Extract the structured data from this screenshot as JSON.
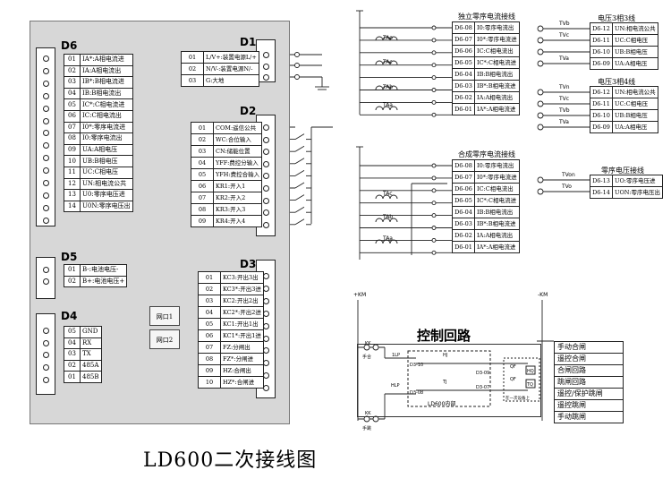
{
  "title": "LD600二次接线图",
  "ports": {
    "net1": "网口1",
    "net2": "网口2"
  },
  "d6": {
    "label": "D6",
    "rows": [
      [
        "01",
        "IA*:A相电流进"
      ],
      [
        "02",
        "IA:A相电流出"
      ],
      [
        "03",
        "IB*:B相电流进"
      ],
      [
        "04",
        "IB:B相电流出"
      ],
      [
        "05",
        "IC*:C相电流进"
      ],
      [
        "06",
        "IC:C相电流出"
      ],
      [
        "07",
        "I0*:零序电流进"
      ],
      [
        "08",
        "I0:零序电流出"
      ],
      [
        "09",
        "UA:A相电压"
      ],
      [
        "10",
        "UB:B相电压"
      ],
      [
        "11",
        "UC:C相电压"
      ],
      [
        "12",
        "UN:相电流公共"
      ],
      [
        "13",
        "U0:零序电压进"
      ],
      [
        "14",
        "U0N:零序电压出"
      ]
    ]
  },
  "d5": {
    "label": "D5",
    "rows": [
      [
        "01",
        "B-:电池电压-"
      ],
      [
        "02",
        "B+:电池电压+"
      ]
    ]
  },
  "d4": {
    "label": "D4",
    "rows": [
      [
        "05",
        "GND"
      ],
      [
        "04",
        "RX"
      ],
      [
        "03",
        "TX"
      ],
      [
        "02",
        "485A"
      ],
      [
        "01",
        "485B"
      ]
    ]
  },
  "d1": {
    "label": "D1",
    "rows": [
      [
        "01",
        "L/V+:装置电源L/+"
      ],
      [
        "02",
        "N/V-:装置电源N/-"
      ],
      [
        "03",
        "G:大地"
      ]
    ]
  },
  "d2": {
    "label": "D2",
    "rows": [
      [
        "01",
        "COM:遥信公共"
      ],
      [
        "02",
        "WC:合位输入"
      ],
      [
        "03",
        "CN:储能位置"
      ],
      [
        "04",
        "YFF:费控分输入"
      ],
      [
        "05",
        "YFH:费控合输入"
      ],
      [
        "06",
        "KR1:开入1"
      ],
      [
        "07",
        "KR2:开入2"
      ],
      [
        "08",
        "KR3:开入3"
      ],
      [
        "09",
        "KR4:开入4"
      ]
    ]
  },
  "d3": {
    "label": "D3",
    "rows": [
      [
        "01",
        "KC3:开出3出"
      ],
      [
        "02",
        "KC3*:开出3进"
      ],
      [
        "03",
        "KC2:开出2出"
      ],
      [
        "04",
        "KC2*:开出2进"
      ],
      [
        "05",
        "KC1:开出1出"
      ],
      [
        "06",
        "KC1*:开出1进"
      ],
      [
        "07",
        "FZ:分闸出"
      ],
      [
        "08",
        "FZ*:分闸进"
      ],
      [
        "09",
        "HZ:合闸出"
      ],
      [
        "10",
        "HZ*:合闸进"
      ]
    ]
  },
  "independent": {
    "title": "独立零序电流接线",
    "ct_labels": [
      "TAo",
      "TAc",
      "TAb",
      "TAa"
    ],
    "rows": [
      [
        "D6-08",
        "I0:零序电流出"
      ],
      [
        "D6-07",
        "I0*:零序电流进"
      ],
      [
        "D6-06",
        "IC:C相电流出"
      ],
      [
        "D6-05",
        "IC*:C相电流进"
      ],
      [
        "D6-04",
        "IB:B相电流出"
      ],
      [
        "D6-03",
        "IB*:B相电流进"
      ],
      [
        "D6-02",
        "IA:A相电流出"
      ],
      [
        "D6-01",
        "IA*:A相电流进"
      ]
    ]
  },
  "combined": {
    "title": "合成零序电流接线",
    "ct_labels": [
      "TAc",
      "TAb",
      "TAa"
    ],
    "rows": [
      [
        "D6-08",
        "I0:零序电流出"
      ],
      [
        "D6-07",
        "I0*:零序电流进"
      ],
      [
        "D6-06",
        "IC:C相电流出"
      ],
      [
        "D6-05",
        "IC*:C相电流进"
      ],
      [
        "D6-04",
        "IB:B相电流出"
      ],
      [
        "D6-03",
        "IB*:B相电流进"
      ],
      [
        "D6-02",
        "IA:A相电流出"
      ],
      [
        "D6-01",
        "IA*:A相电流进"
      ]
    ]
  },
  "v3": {
    "title": "电压3相3线",
    "tv_labels": [
      "TVb",
      "TVc",
      "TVa"
    ],
    "rows": [
      [
        "D6-12",
        "UN:相电流公共"
      ],
      [
        "D6-11",
        "UC:C相电压"
      ],
      [
        "D6-10",
        "UB:B相电压"
      ],
      [
        "D6-09",
        "UA:A相电压"
      ]
    ]
  },
  "v4": {
    "title": "电压3相4线",
    "tv_labels": [
      "TVn",
      "TVc",
      "TVb",
      "TVa"
    ],
    "rows": [
      [
        "D6-12",
        "UN:相电流公共"
      ],
      [
        "D6-11",
        "UC:C相电压"
      ],
      [
        "D6-10",
        "UB:B相电压"
      ],
      [
        "D6-09",
        "UA:A相电压"
      ]
    ]
  },
  "zv": {
    "title": "零序电压接线",
    "tv_labels": [
      "TVon",
      "TVo"
    ],
    "rows": [
      [
        "D6-13",
        "UO:零序电压进"
      ],
      [
        "D6-14",
        "UON:零序电压出"
      ]
    ]
  },
  "control": {
    "title": "控制回路",
    "km_left": "+KM",
    "km_right": "-KM",
    "labels": {
      "kk1": "KK",
      "hand1": "手合",
      "hlp": "HLP",
      "lp1": "1LP",
      "kk2": "KK",
      "hand2": "手跳",
      "hj": "HJ",
      "tj": "TJ",
      "d3_10": "D3-10",
      "d3_09": "D3-09",
      "d3_08": "D3-08",
      "d3_07": "D3-07",
      "inner": "LD600内部",
      "qf1": "QF",
      "qf2": "QF",
      "hq": "HQ",
      "tq": "TQ",
      "breaker": "在一次设备上"
    },
    "list": [
      "手动合闸",
      "遥控合闸",
      "合闸回路",
      "跳闸回路",
      "遥控/保护跳闸",
      "遥控跳闸",
      "手动跳闸"
    ]
  }
}
